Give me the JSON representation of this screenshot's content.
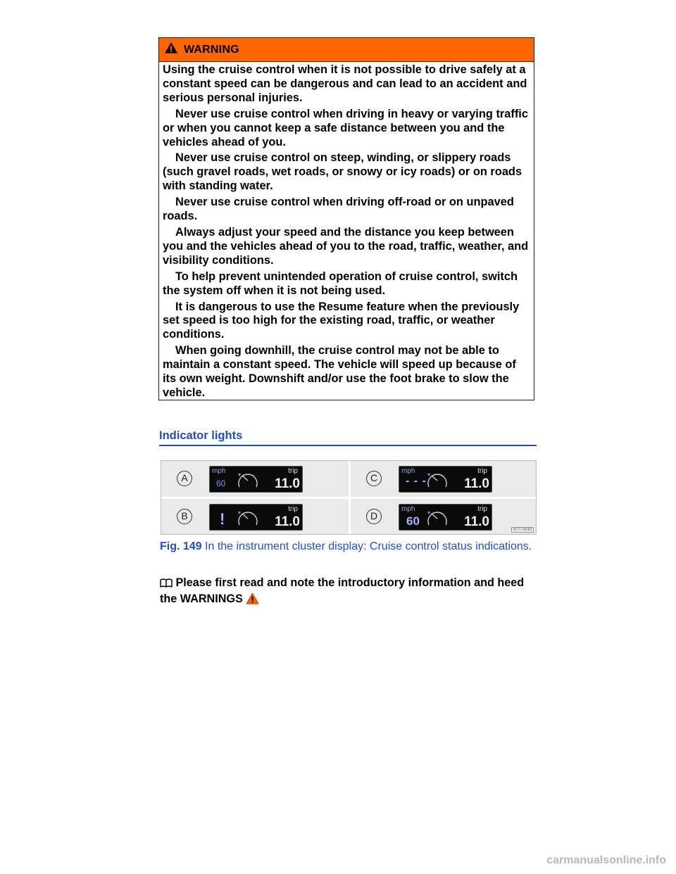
{
  "warning": {
    "title": "WARNING",
    "paragraphs": [
      "Using the cruise control when it is not possible to drive safely at a constant speed can be dangerous and can lead to an acci­dent and serious personal injuries.",
      "Never use cruise control when driving in heavy or varying traffic or when you cannot keep a safe distance between you and the vehicles ahead of you.",
      "Never use cruise control on steep, winding, or slippery roads (such gravel roads, wet roads, or snowy or icy roads) or on roads with standing water.",
      "Never use cruise control when driving off-road or on unpaved roads.",
      "Always adjust your speed and the distance you keep between you and the vehicles ahead of you to the road, traffic, weather, and visibility conditions.",
      "To help prevent unintended operation of cruise control, switch the system off when it is not being used.",
      "It is dangerous to use the Resume feature when the previous­ly set speed is too high for the existing road, traffic, or weather conditions.",
      "When going downhill, the cruise control may not be able to maintain a constant speed. The vehicle will speed up because of its own weight. Downshift and/or use the foot brake to slow the vehicle."
    ]
  },
  "section": {
    "heading": "Indicator lights"
  },
  "figure": {
    "panels": [
      {
        "label": "A",
        "unit": "mph",
        "speed": "60",
        "trip_label": "trip",
        "trip_value": "11.0"
      },
      {
        "label": "C",
        "unit": "mph",
        "speed": "- - -",
        "trip_label": "trip",
        "trip_value": "11.0"
      },
      {
        "label": "B",
        "unit": "",
        "speed": "!",
        "trip_label": "trip",
        "trip_value": "11.0"
      },
      {
        "label": "D",
        "unit": "mph",
        "speed": "60",
        "trip_label": "trip",
        "trip_value": "11.0"
      }
    ],
    "code": "B7T-0930"
  },
  "caption": {
    "number": "Fig. 149",
    "text": " In the instrument cluster display: Cruise control status indi­cations."
  },
  "note": {
    "text": " Please first read and note the introductory information and heed the WARNINGS "
  },
  "footer": {
    "watermark": "carmanualsonline.info"
  },
  "icons": {
    "warning": "warning-triangle-icon",
    "book": "open-book-icon"
  },
  "colors": {
    "warning_header": "#ff6600",
    "accent_blue": "#1f4ec9"
  }
}
